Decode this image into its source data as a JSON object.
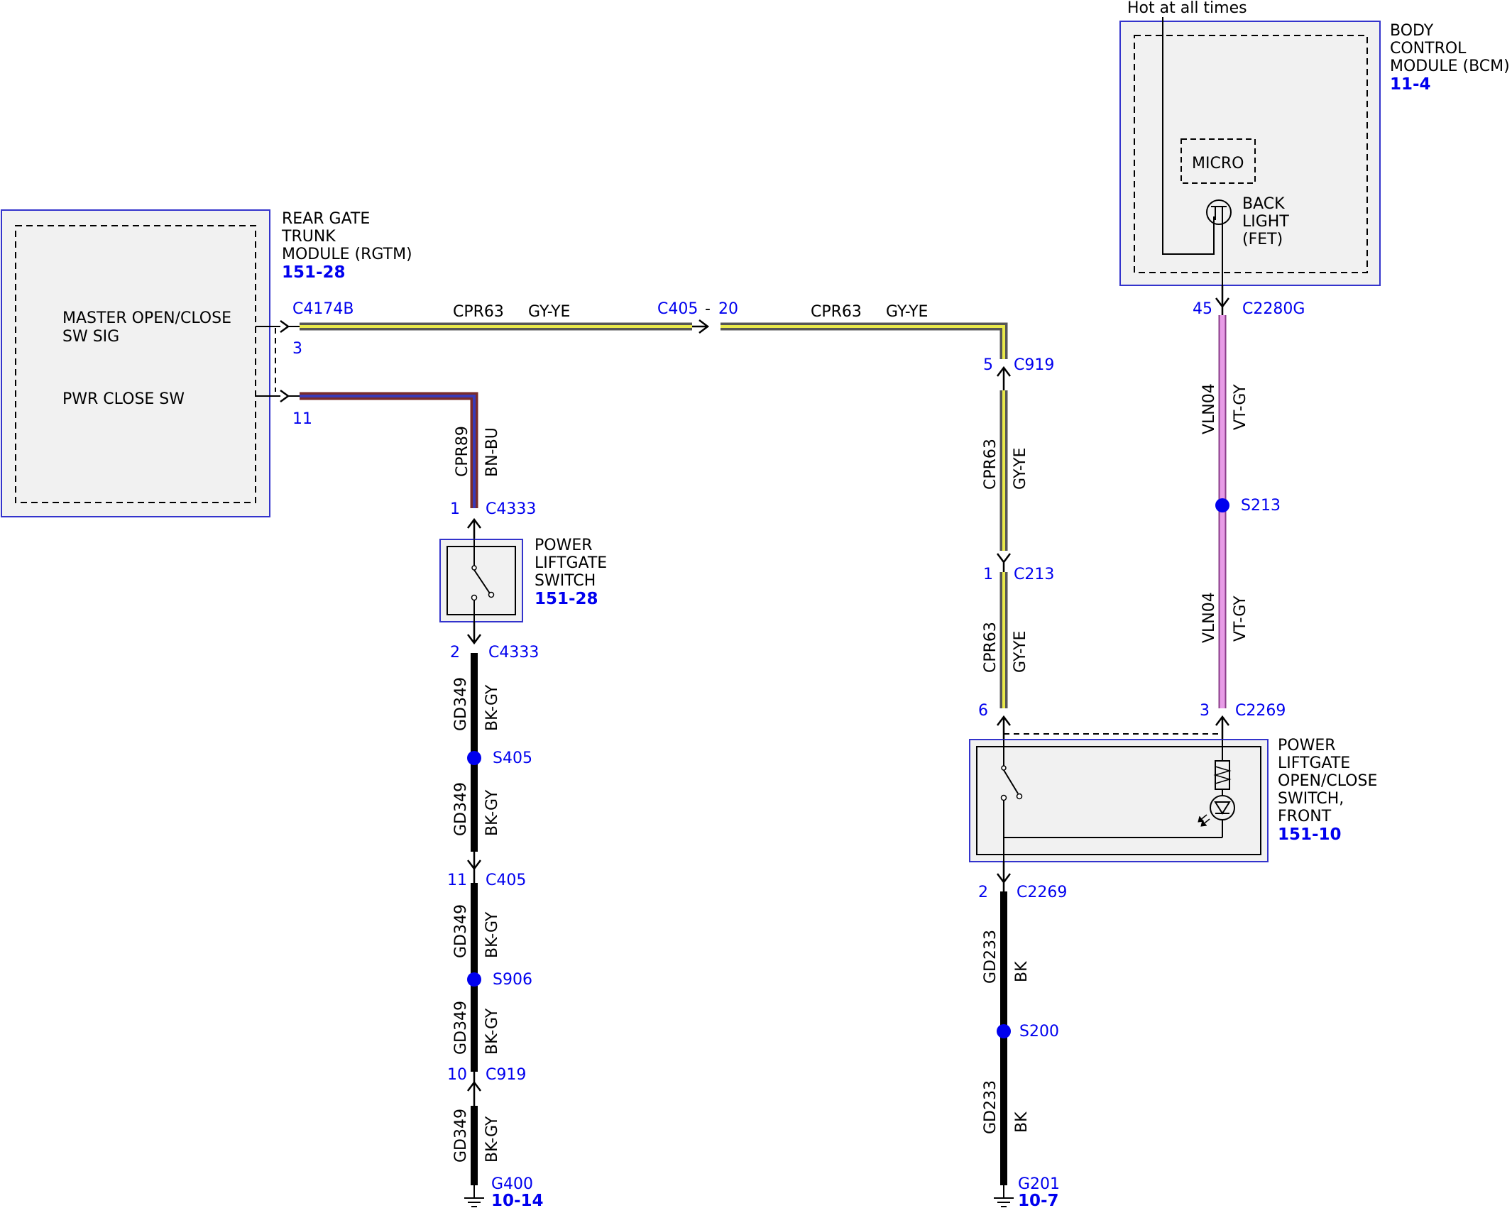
{
  "modules": {
    "rgtm": {
      "title_l1": "REAR GATE",
      "title_l2": "TRUNK",
      "title_l3": "MODULE (RGTM)",
      "ref": "151-28",
      "pin_master_l1": "MASTER OPEN/CLOSE",
      "pin_master_l2": "SW SIG",
      "pin_pwrclose": "PWR CLOSE SW"
    },
    "bcm": {
      "hot": "Hot at all times",
      "title_l1": "BODY",
      "title_l2": "CONTROL",
      "title_l3": "MODULE (BCM)",
      "ref": "11-4",
      "micro": "MICRO",
      "backlight_l1": "BACK",
      "backlight_l2": "LIGHT",
      "backlight_l3": "(FET)"
    },
    "liftgate_switch": {
      "title_l1": "POWER",
      "title_l2": "LIFTGATE",
      "title_l3": "SWITCH",
      "ref": "151-28"
    },
    "front_switch": {
      "title_l1": "POWER",
      "title_l2": "LIFTGATE",
      "title_l3": "OPEN/CLOSE",
      "title_l4": "SWITCH,",
      "title_l5": "FRONT",
      "ref": "151-10"
    }
  },
  "connectors": {
    "c4174b": "C4174B",
    "c4174b_pin3": "3",
    "c4174b_pin11": "11",
    "c405_20": "C405",
    "c405_20_sep": "-",
    "c405_20_pin": "20",
    "c4333_top": "C4333",
    "c4333_top_pin": "1",
    "c4333_bot": "C4333",
    "c4333_bot_pin": "2",
    "c405_11": "C405",
    "c405_11_pin": "11",
    "c919_10": "C919",
    "c919_10_pin": "10",
    "c919_5": "C919",
    "c919_5_pin": "5",
    "c213": "C213",
    "c213_pin": "1",
    "c2269_6_pin": "6",
    "c2280g": "C2280G",
    "c2280g_pin": "45",
    "c2269_3": "C2269",
    "c2269_3_pin": "3",
    "c2269_2": "C2269",
    "c2269_2_pin": "2"
  },
  "wires": {
    "cpr63_a_circuit": "CPR63",
    "cpr63_a_color": "GY-YE",
    "cpr63_b_circuit": "CPR63",
    "cpr63_b_color": "GY-YE",
    "cpr63_c_circuit": "CPR63",
    "cpr63_c_color": "GY-YE",
    "cpr63_d_circuit": "CPR63",
    "cpr63_d_color": "GY-YE",
    "cpr89_circuit": "CPR89",
    "cpr89_color": "BN-BU",
    "gd349_a_circuit": "GD349",
    "gd349_a_color": "BK-GY",
    "gd349_b_circuit": "GD349",
    "gd349_b_color": "BK-GY",
    "gd349_c_circuit": "GD349",
    "gd349_c_color": "BK-GY",
    "gd349_d_circuit": "GD349",
    "gd349_d_color": "BK-GY",
    "gd349_e_circuit": "GD349",
    "gd349_e_color": "BK-GY",
    "vln04_a_circuit": "VLN04",
    "vln04_a_color": "VT-GY",
    "vln04_b_circuit": "VLN04",
    "vln04_b_color": "VT-GY",
    "gd233_a_circuit": "GD233",
    "gd233_a_color": "BK",
    "gd233_b_circuit": "GD233",
    "gd233_b_color": "BK"
  },
  "splices": {
    "s405": "S405",
    "s906": "S906",
    "s213": "S213",
    "s200": "S200"
  },
  "grounds": {
    "g400": "G400",
    "g400_ref": "10-14",
    "g201": "G201",
    "g201_ref": "10-7"
  },
  "colors": {
    "module_border": "#3333cc",
    "module_fill": "#f1f1f1",
    "wire_gy_ye_outer": "#555555",
    "wire_gy_ye_stripe": "#e8e84a",
    "wire_bn_bu_outer": "#7a2b2b",
    "wire_bn_bu_stripe": "#3a3ab8",
    "wire_vt_gy": "#e79be6",
    "wire_bk": "#000000",
    "splice": "#0000ee",
    "label_blue": "#0000ee"
  }
}
